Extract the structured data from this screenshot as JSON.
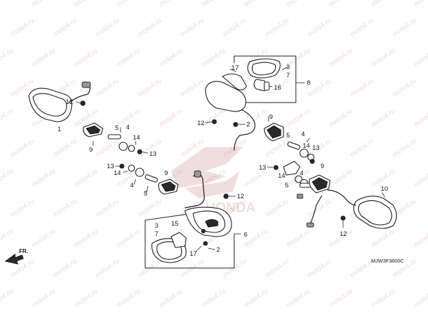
{
  "watermark": "moto4.ru",
  "diagram_code": "MJW3F3600C",
  "direction_label": "FR.",
  "brand_watermark": "HONDA",
  "callouts": [
    "1",
    "2",
    "3",
    "4",
    "5",
    "6",
    "7",
    "8",
    "9",
    "10",
    "11",
    "12",
    "13",
    "14",
    "15",
    "16",
    "17"
  ],
  "colors": {
    "watermark": "#e6b9b9",
    "line": "#1a1a1a"
  }
}
